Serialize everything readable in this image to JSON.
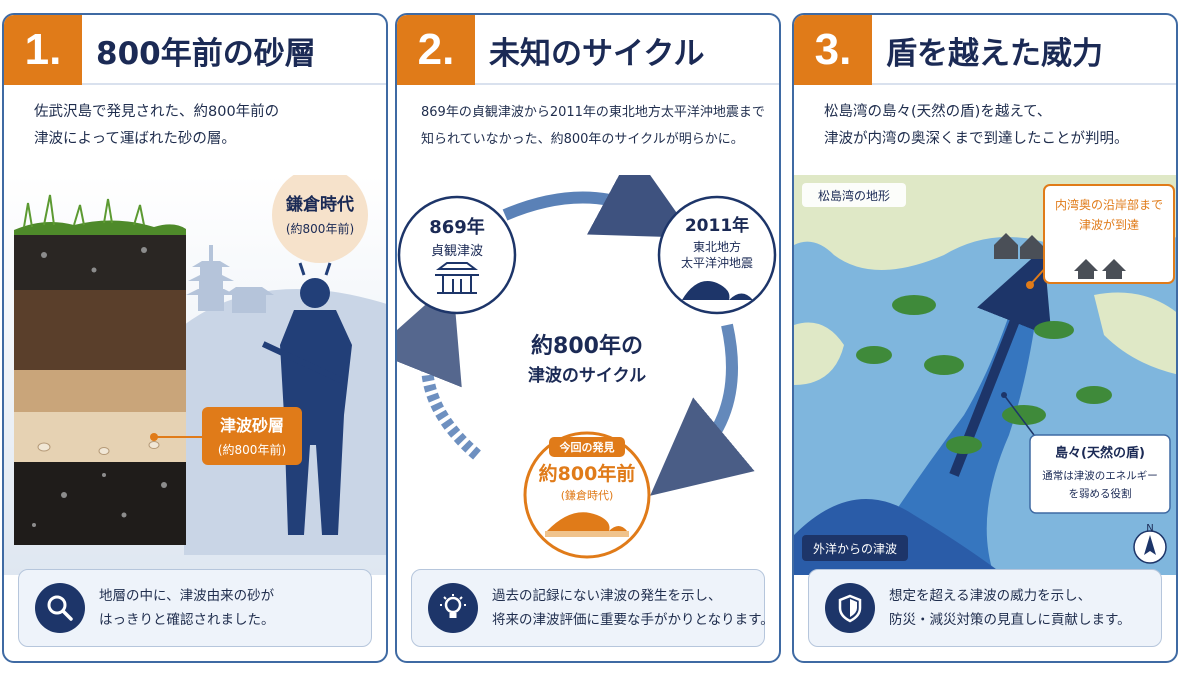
{
  "panels": [
    {
      "number": "1.",
      "title": "800年前の砂層",
      "description": [
        "佐武沢島で発見された、約800年前の",
        "津波によって運ばれた砂の層。"
      ],
      "era_label": "鎌倉時代",
      "era_sub": "(約800年前)",
      "sand_label": "津波砂層",
      "sand_sub": "(約800年前)",
      "footer": [
        "地層の中に、津波由来の砂が",
        "はっきりと確認されました。"
      ],
      "footer_icon": "magnifier-icon"
    },
    {
      "number": "2.",
      "title": "未知のサイクル",
      "description": [
        "869年の貞観津波から2011年の東北地方太平洋沖地震まで",
        "知られていなかった、約800年のサイクルが明らかに。"
      ],
      "event1_year": "869年",
      "event1_name": "貞観津波",
      "event2_year": "2011年",
      "event2_name1": "東北地方",
      "event2_name2": "太平洋沖地震",
      "center1": "約800年の",
      "center2": "津波のサイクル",
      "discovery_tag": "今回の発見",
      "discovery_main": "約800年前",
      "discovery_sub": "(鎌倉時代)",
      "footer": [
        "過去の記録にない津波の発生を示し、",
        "将来の津波評価に重要な手がかりとなります。"
      ],
      "footer_icon": "lightbulb-icon"
    },
    {
      "number": "3.",
      "title": "盾を越えた威力",
      "description": [
        "松島湾の島々(天然の盾)を越えて、",
        "津波が内湾の奥深くまで到達したことが判明。"
      ],
      "map_label": "松島湾の地形",
      "callout1": "内湾奥の沿岸部まで",
      "callout2": "津波が到達",
      "islands_title": "島々(天然の盾)",
      "islands_text1": "通常は津波のエネルギー",
      "islands_text2": "を弱める役割",
      "ocean_label": "外洋からの津波",
      "north": "N",
      "footer": [
        "想定を超える津波の威力を示し、",
        "防災・減災対策の見直しに貢献します。"
      ],
      "footer_icon": "shield-icon"
    }
  ],
  "colors": {
    "accent": "#e07b19",
    "navy": "#1b2a55",
    "border": "#3f6aa3"
  }
}
